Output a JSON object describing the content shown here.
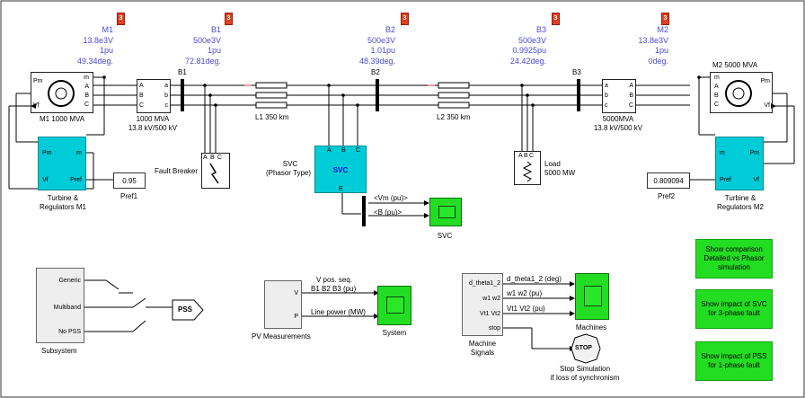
{
  "measurements": {
    "m1": {
      "name": "M1",
      "voltage": "13.8e3V",
      "magnitude": "1pu",
      "angle": "49.34deg."
    },
    "b1": {
      "name": "B1",
      "voltage": "500e3V",
      "magnitude": "1pu",
      "angle": "72.81deg."
    },
    "b2": {
      "name": "B2",
      "voltage": "500e3V",
      "magnitude": "1.01pu",
      "angle": "48.39deg."
    },
    "b3": {
      "name": "B3",
      "voltage": "500e3V",
      "magnitude": "0.9925pu",
      "angle": "24.42deg."
    },
    "m2": {
      "name": "M2",
      "voltage": "13.8e3V",
      "magnitude": "1pu",
      "angle": "0deg."
    }
  },
  "tag_number": "3",
  "buses": {
    "b1": "B1",
    "b2": "B2",
    "b3": "B3"
  },
  "machines": {
    "m1": {
      "label": "M1 1000 MVA",
      "port_pm": "Pm",
      "port_vf": "Vf",
      "port_m": "m"
    },
    "m2": {
      "label": "M2 5000 MVA",
      "port_pm": "Pm",
      "port_vf": "Vf",
      "port_m": "m"
    }
  },
  "transformers": {
    "t1": {
      "rating": "1000 MVA",
      "voltage": "13.8 kV/500 kV"
    },
    "t2": {
      "rating": "5000MVA",
      "voltage": "13.8 kV/500 kV"
    }
  },
  "phase_ports": {
    "a": "A",
    "b": "B",
    "c": "C",
    "la": "a",
    "lb": "b",
    "lc": "c"
  },
  "lines": {
    "l1": "L1 350 km",
    "l2": "L2 350 km"
  },
  "fault_breaker": "Fault Breaker",
  "load": {
    "name": "Load",
    "power": "5000 MW"
  },
  "svc": {
    "title": "SVC",
    "subtitle": "(Phasor Type)",
    "port_e": "E",
    "signal_vm": "<Vm (pu)>",
    "signal_b": "<B (pu)>",
    "scope_label": "SVC"
  },
  "turbine1": {
    "label_line1": "Turbine &",
    "label_line2": "Regulators M1",
    "port_pm": "Pm",
    "port_m": "m",
    "port_vf": "Vf",
    "port_pref": "Pref"
  },
  "turbine2": {
    "label_line1": "Turbine &",
    "label_line2": "Regulators M2",
    "port_pm": "Pm",
    "port_m": "m",
    "port_vf": "Vf",
    "port_pref": "Pref"
  },
  "pref1": {
    "value": "0.95",
    "label": "Pref1"
  },
  "pref2": {
    "value": "0.809094",
    "label": "Pref2"
  },
  "subsystem": {
    "label": "Subsystem",
    "outputs": [
      "Generic",
      "Multiband",
      "No PSS"
    ],
    "goto": "PSS"
  },
  "pv_measurements": {
    "label": "PV Measurements",
    "port_v": "V",
    "port_p": "P",
    "signal_v_line1": "V pos. seq.",
    "signal_v_line2": "B1 B2 B3 (pu)",
    "signal_p": "Line power (MW)",
    "scope_label": "System"
  },
  "machine_signals": {
    "label_line1": "Machine",
    "label_line2": "Signals",
    "ports": [
      "d_theta1_2",
      "w1 w2",
      "Vt1 Vt2",
      "stop"
    ],
    "signals": [
      "d_theta1_2 (deg)",
      "w1 w2 (pu)",
      "Vt1 Vt2 (pu)"
    ],
    "scope_label": "Machines",
    "stop_block": "STOP",
    "stop_label_line1": "Stop Simulation",
    "stop_label_line2": "if loss of synchronism"
  },
  "buttons": [
    {
      "text": "Show comparison Detailed vs Phasor simulation"
    },
    {
      "text": "Show impact of SVC for 3-phase fault"
    },
    {
      "text": "Show impact of PSS for 1-phase fault"
    }
  ]
}
